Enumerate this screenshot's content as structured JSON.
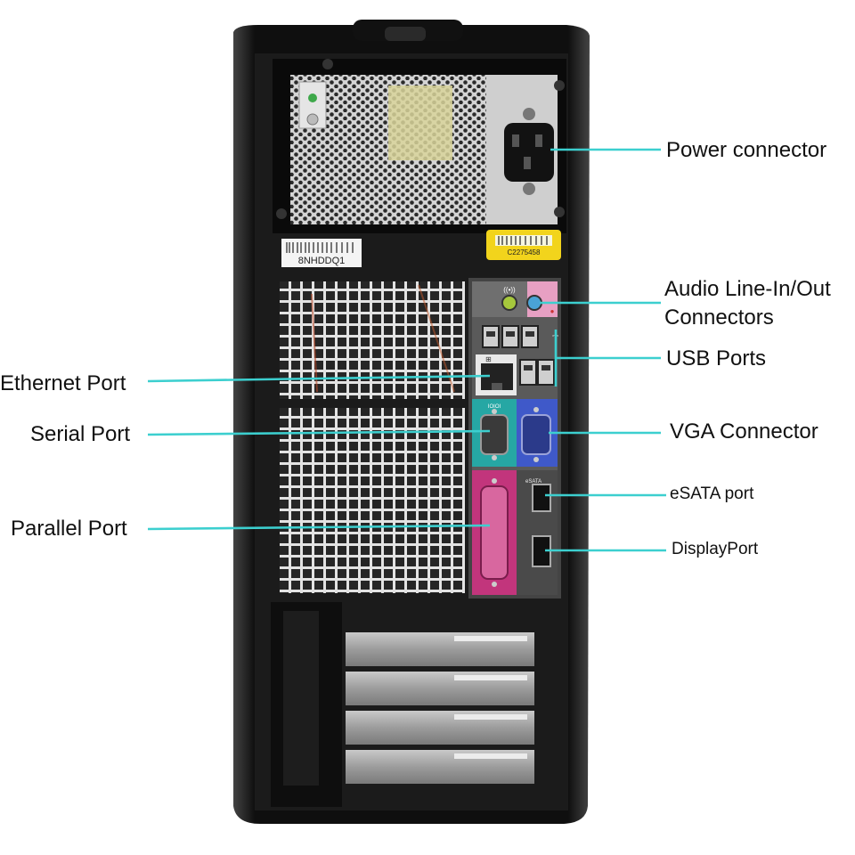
{
  "stickers": {
    "service_tag": "8NHDDQ1",
    "barcode_number": "C2275458"
  },
  "callouts": [
    {
      "id": "power-connector",
      "label": "Power connector"
    },
    {
      "id": "audio-connectors",
      "label_lines": [
        "Audio Line-In/Out",
        "Connectors"
      ]
    },
    {
      "id": "usb-ports",
      "label": "USB Ports"
    },
    {
      "id": "ethernet-port",
      "label": "Ethernet Port"
    },
    {
      "id": "serial-port",
      "label": "Serial Port"
    },
    {
      "id": "vga-connector",
      "label": "VGA Connector"
    },
    {
      "id": "esata-port",
      "label": "eSATA port"
    },
    {
      "id": "parallel-port",
      "label": "Parallel Port"
    },
    {
      "id": "displayport",
      "label": "DisplayPort"
    }
  ],
  "panel_markings": {
    "serial": "IOIOI",
    "esata": "eSATA"
  },
  "colors": {
    "callout_line": "#3ccfcf",
    "case_black": "#141414",
    "audio_green": "#a6c83c",
    "audio_blue": "#4aa3d6",
    "audio_pink": "#e58ab2",
    "serial_teal": "#26a7a4",
    "vga_blue": "#3f59c9",
    "parallel_magenta": "#c2357c"
  },
  "icons": [
    "power-switch-icon",
    "led-icon",
    "network-icon",
    "usb-icon",
    "headphone-icon",
    "microphone-icon"
  ]
}
